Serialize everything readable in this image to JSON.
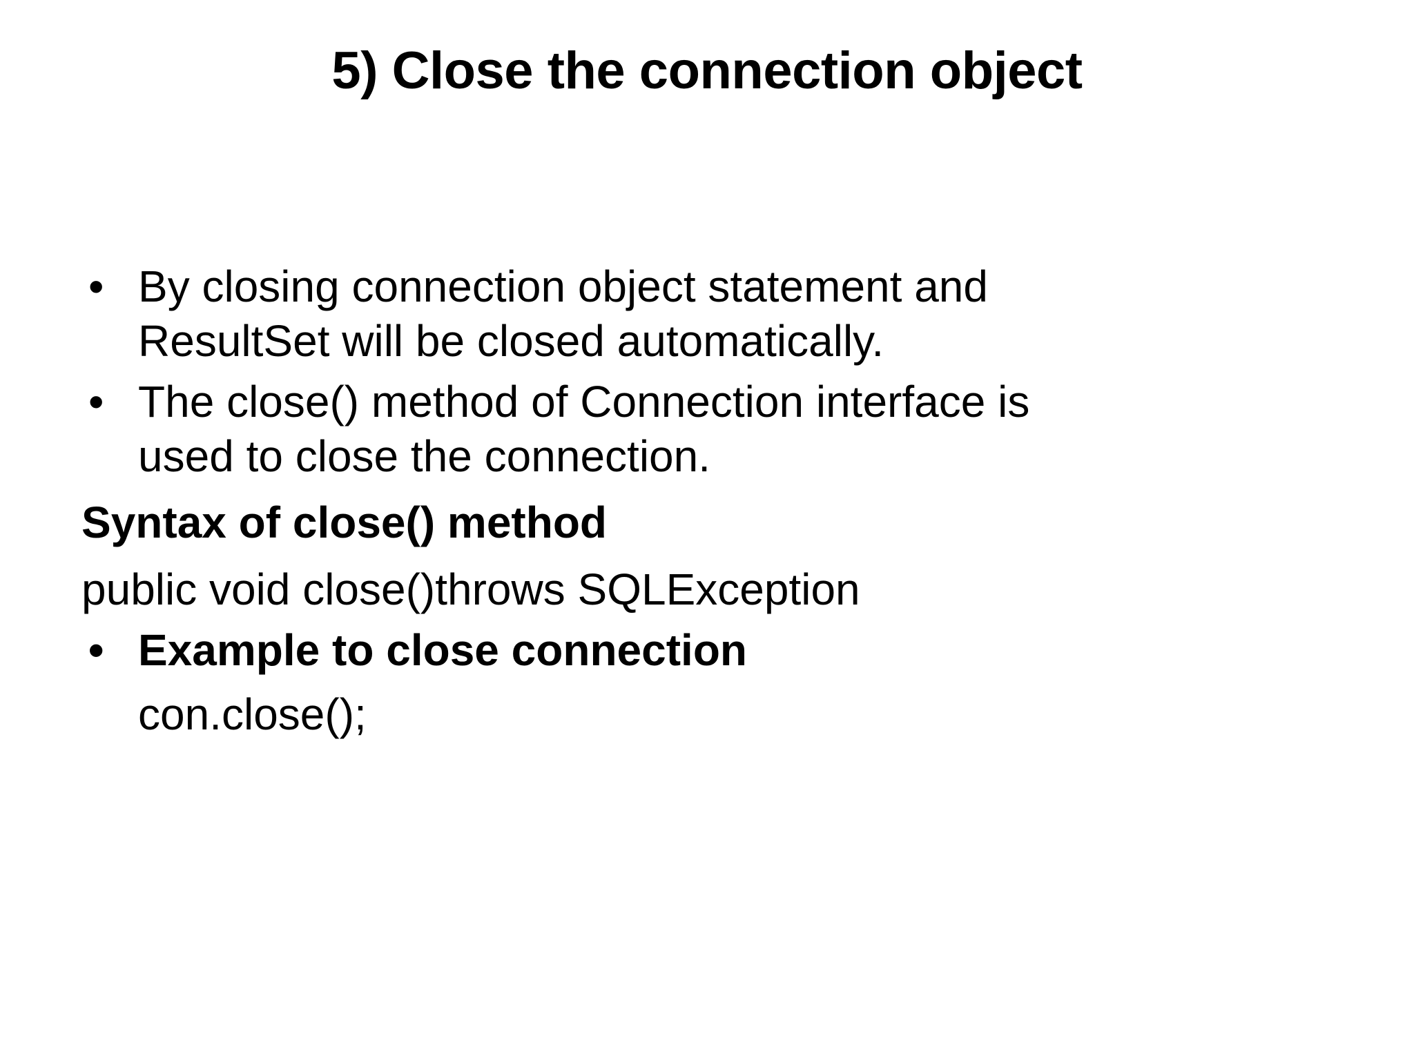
{
  "slide": {
    "background_color": "#ffffff",
    "text_color": "#000000",
    "title": "5) Close the connection object",
    "bullet_glyph": "•",
    "body": [
      {
        "kind": "bullet",
        "bold": false,
        "lines": [
          "By closing connection object statement and",
          "ResultSet will be closed automatically."
        ]
      },
      {
        "kind": "bullet",
        "bold": false,
        "lines": [
          "The close() method of Connection interface is",
          "used to close the connection."
        ]
      },
      {
        "kind": "plain",
        "bold": true,
        "lines": [
          "Syntax of close() method"
        ]
      },
      {
        "kind": "plain",
        "bold": false,
        "lines": [
          "public void close()throws SQLException"
        ]
      },
      {
        "kind": "bullet",
        "bold": true,
        "lines": [
          "Example to close connection"
        ]
      },
      {
        "kind": "indented",
        "bold": false,
        "lines": [
          "con.close();"
        ]
      }
    ]
  }
}
